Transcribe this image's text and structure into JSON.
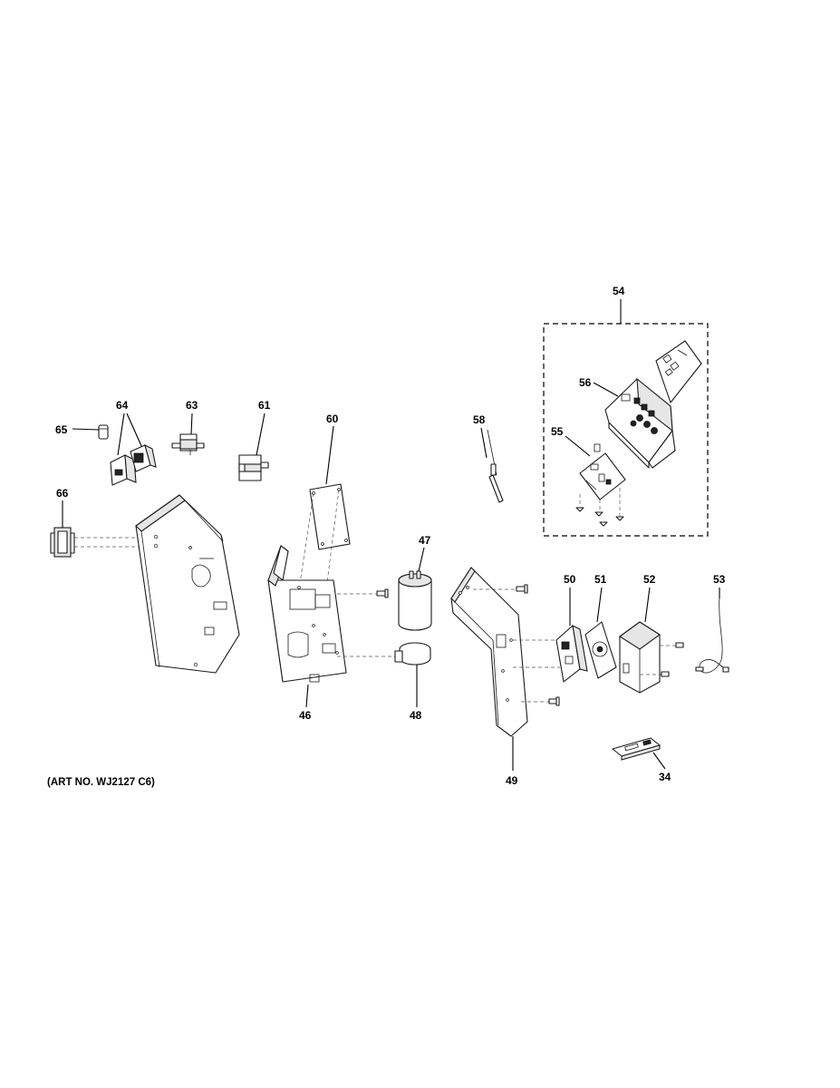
{
  "art_number": "(ART NO. WJ2127 C6)",
  "callouts": {
    "c54": "54",
    "c56": "56",
    "c55": "55",
    "c64": "64",
    "c63": "63",
    "c61": "61",
    "c65": "65",
    "c60": "60",
    "c58": "58",
    "c66": "66",
    "c47": "47",
    "c50": "50",
    "c51": "51",
    "c52": "52",
    "c53": "53",
    "c46": "46",
    "c48": "48",
    "c49": "49",
    "c34": "34"
  }
}
